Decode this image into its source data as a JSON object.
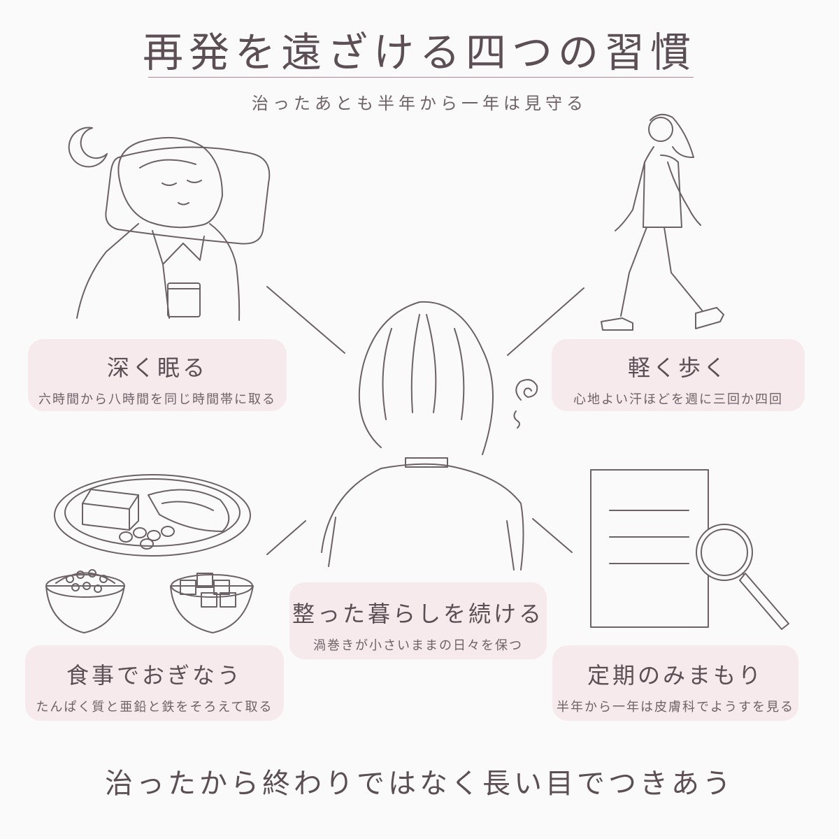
{
  "title": "再発を遠ざける四つの習慣",
  "subtitle": "治ったあとも半年から一年は見守る",
  "habits": {
    "sleep": {
      "title": "深く眠る",
      "desc": "六時間から八時間を同じ時間帯に取る"
    },
    "walk": {
      "title": "軽く歩く",
      "desc": "心地よい汗ほどを週に三回か四回"
    },
    "center": {
      "title": "整った暮らしを続ける",
      "desc": "渦巻きが小さいままの日々を保つ"
    },
    "food": {
      "title": "食事でおぎなう",
      "desc": "たんぱく質と亜鉛と鉄をそろえて取る"
    },
    "checkup": {
      "title": "定期のみまもり",
      "desc": "半年から一年は皮膚科でようすを見る"
    }
  },
  "footer": "治ったから終わりではなく長い目でつきあう",
  "colors": {
    "accent": "#b98592",
    "card": "#f6eaec",
    "line": "#6b6166"
  }
}
